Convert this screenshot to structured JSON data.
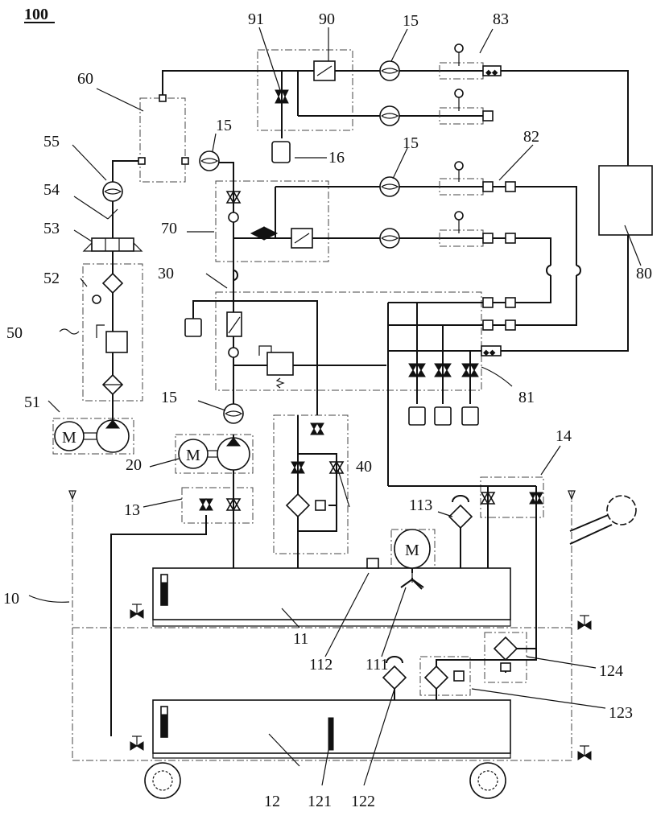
{
  "figure_number": "100",
  "labels": {
    "pump_unit_51": "51",
    "valve_55": "55",
    "valve_54": "54",
    "valve_53": "53",
    "filter_52": "52",
    "unit_50": "50",
    "accumulator_60": "60",
    "flow_meter": "15",
    "valve_block_70": "70",
    "block_30": "30",
    "block_91": "91",
    "block_90": "90",
    "gauge_16": "16",
    "connector_83": "83",
    "connector_82": "82",
    "load_80": "80",
    "connector_81": "81",
    "pump_20": "20",
    "valve_13": "13",
    "filter_40": "40",
    "valve_14": "14",
    "frame_10": "10",
    "tank_11": "11",
    "tank_12": "12",
    "breather_113": "113",
    "motor_111": "111",
    "level_112": "112",
    "heater_121": "121",
    "breather_122": "122",
    "cooler_123": "123",
    "filter_124": "124"
  },
  "motor_letter": "M"
}
